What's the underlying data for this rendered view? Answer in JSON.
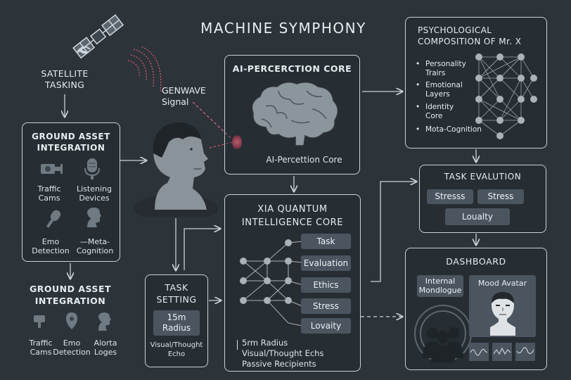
{
  "main_title": "MACHINE SYMPHONY",
  "satellite": {
    "line1": "SATELLITE",
    "line2": "TASKING"
  },
  "genwave": {
    "line1": "GENWAVE",
    "line2": "Signal"
  },
  "ground1": {
    "title1": "GROUND ASSET",
    "title2": "INTEGRATION",
    "items": [
      {
        "l1": "Traffic",
        "l2": "Cams"
      },
      {
        "l1": "Listening",
        "l2": "Devices"
      },
      {
        "l1": "Emo",
        "l2": "Detection"
      },
      {
        "l1": "—Meta-",
        "l2": "Cognition"
      }
    ]
  },
  "ground2": {
    "title1": "GROUND ASSET",
    "title2": "INTEGRATION",
    "items": [
      {
        "l1": "Traffic",
        "l2": "Cams"
      },
      {
        "l1": "Emo",
        "l2": "Detection"
      },
      {
        "l1": "Alorta",
        "l2": "Loges"
      }
    ]
  },
  "perception": {
    "title": "AI-PERCERCTION CORE",
    "caption": "AI-Percettion Core"
  },
  "psych": {
    "title1": "PSYCHOLOGICAL",
    "title2": "COMPOSITION OF Mr. X",
    "items": [
      {
        "l1": "Personality",
        "l2": "Trairs"
      },
      {
        "l1": "Emotional",
        "l2": "Layers"
      },
      {
        "l1": "Identity",
        "l2": "Core"
      },
      {
        "l1": "Mota-Cognition",
        "l2": ""
      }
    ]
  },
  "task_eval": {
    "title": "TASK EVALUTION",
    "pills": [
      "Stresss",
      "Stress",
      "Loualty"
    ]
  },
  "xia": {
    "title1": "XIA QUANTUM",
    "title2": "INTELLIGENCE CORE",
    "outputs": [
      "Task",
      "Evaluation",
      "Ethics",
      "Stress",
      "Lovaity"
    ],
    "footer": [
      "5rm Radius",
      "Visual/Thought Echs",
      "Passive Recipients"
    ]
  },
  "task_setting": {
    "title1": "TASK",
    "title2": "SETTING",
    "radius1": "15m",
    "radius2": "Radius",
    "echo1": "Visual/Thought",
    "echo2": "Echo"
  },
  "dashboard": {
    "title": "DASHBOARD",
    "internal1": "Internal",
    "internal2": "Mondlogue",
    "avatar": "Mood Avatar"
  }
}
